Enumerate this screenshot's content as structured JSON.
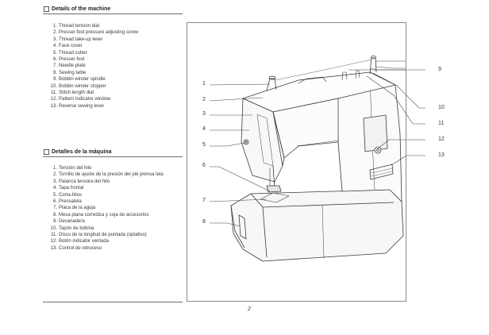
{
  "english": {
    "heading": "Details of the machine",
    "items": [
      {
        "num": "1.",
        "text": "Thread tension dial"
      },
      {
        "num": "2.",
        "text": "Presser foot pressure adjusting screw"
      },
      {
        "num": "3.",
        "text": "Thread take-up lever"
      },
      {
        "num": "4.",
        "text": "Face cover"
      },
      {
        "num": "5.",
        "text": "Thread cutter"
      },
      {
        "num": "6.",
        "text": "Presser foot"
      },
      {
        "num": "7.",
        "text": "Needle plate"
      },
      {
        "num": "8.",
        "text": "Sewing table"
      },
      {
        "num": "9.",
        "text": "Bobbin winder spindle"
      },
      {
        "num": "10.",
        "text": "Bobbin winder stopper"
      },
      {
        "num": "11.",
        "text": "Stitch length dial"
      },
      {
        "num": "12.",
        "text": "Pattern indicator window"
      },
      {
        "num": "13.",
        "text": "Reverse sewing lever"
      }
    ]
  },
  "spanish": {
    "heading": "Detalles de la máquina",
    "items": [
      {
        "num": "1.",
        "text": "Tensión del hilo"
      },
      {
        "num": "2.",
        "text": "Tornillo de ajuste de la presión del pié prensa tela"
      },
      {
        "num": "3.",
        "text": "Palanca tensora del hilo"
      },
      {
        "num": "4.",
        "text": "Tapa frontal"
      },
      {
        "num": "5.",
        "text": "Corta-hilos"
      },
      {
        "num": "6.",
        "text": "Prensatela"
      },
      {
        "num": "7.",
        "text": "Placa de la aguja"
      },
      {
        "num": "8.",
        "text": "Mesa plana corrediza y coja de accesorios"
      },
      {
        "num": "9.",
        "text": "Devanadera"
      },
      {
        "num": "10.",
        "text": "Tapón de bobina"
      },
      {
        "num": "11.",
        "text": "Disco de la longitud de puntada (optativo)"
      },
      {
        "num": "12.",
        "text": "Botón indicator ventada"
      },
      {
        "num": "13.",
        "text": "Control de retroceso"
      }
    ]
  },
  "figure": {
    "callouts_left": [
      "1",
      "2",
      "3",
      "4",
      "5",
      "6",
      "7",
      "8"
    ],
    "callouts_right": [
      "9",
      "10",
      "11",
      "12",
      "13"
    ]
  },
  "page_number": "2"
}
